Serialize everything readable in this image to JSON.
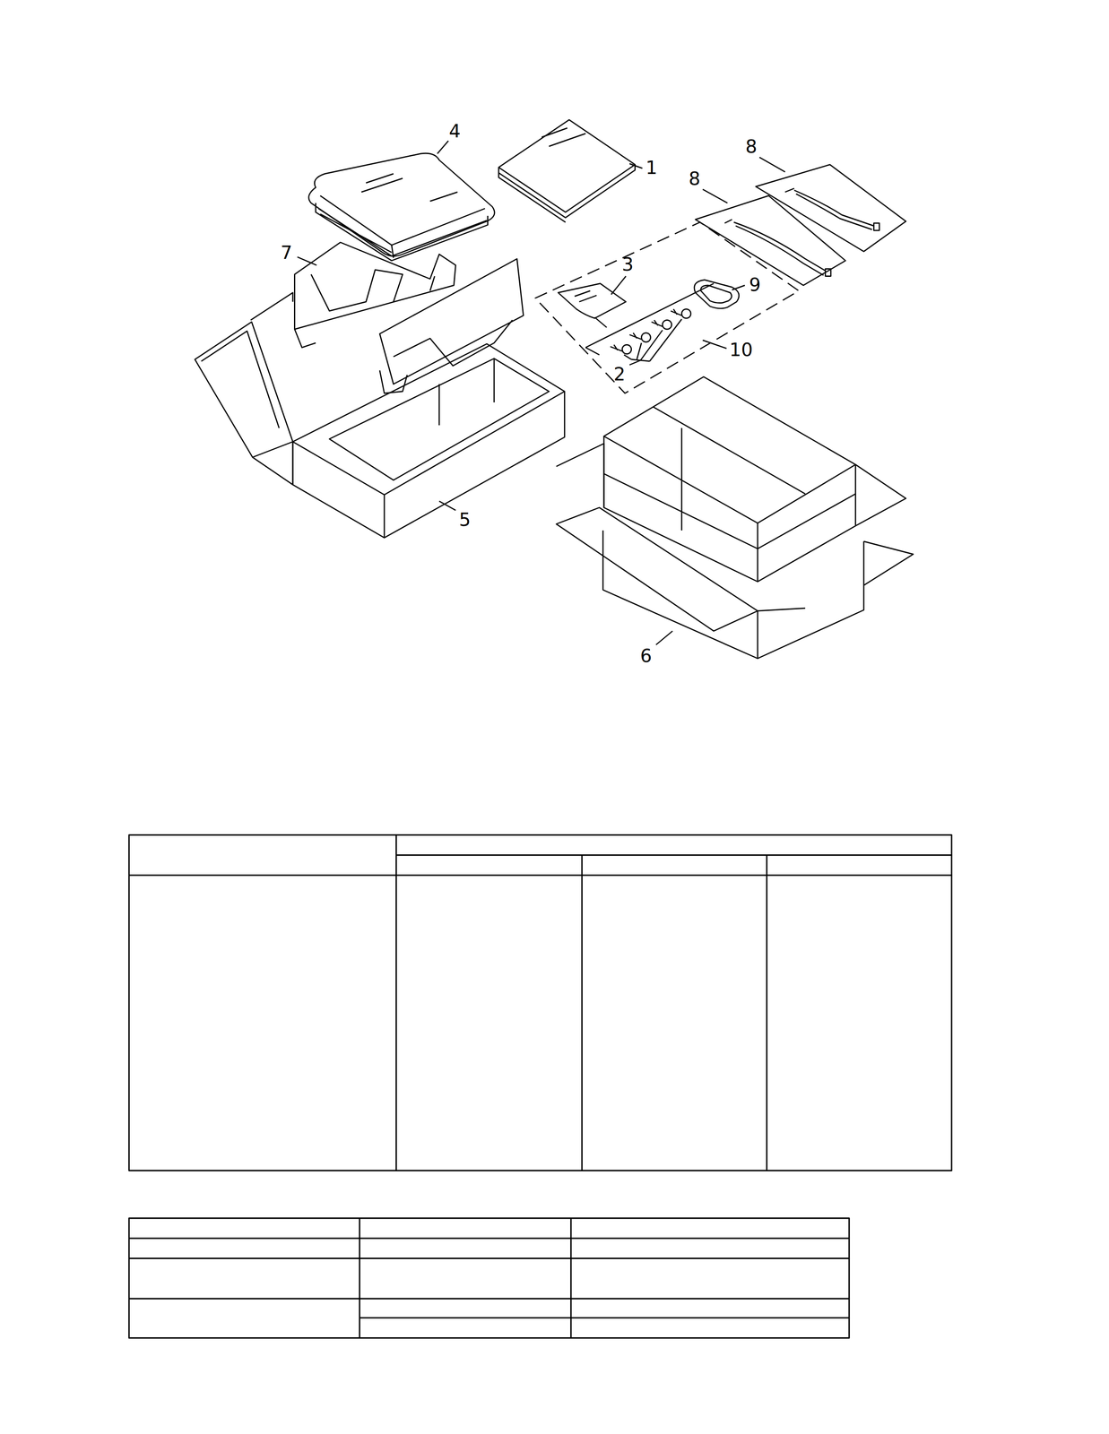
{
  "diagram": {
    "labels": [
      "4",
      "1",
      "8",
      "8",
      "7",
      "3",
      "9",
      "10",
      "2",
      "5",
      "6"
    ]
  }
}
